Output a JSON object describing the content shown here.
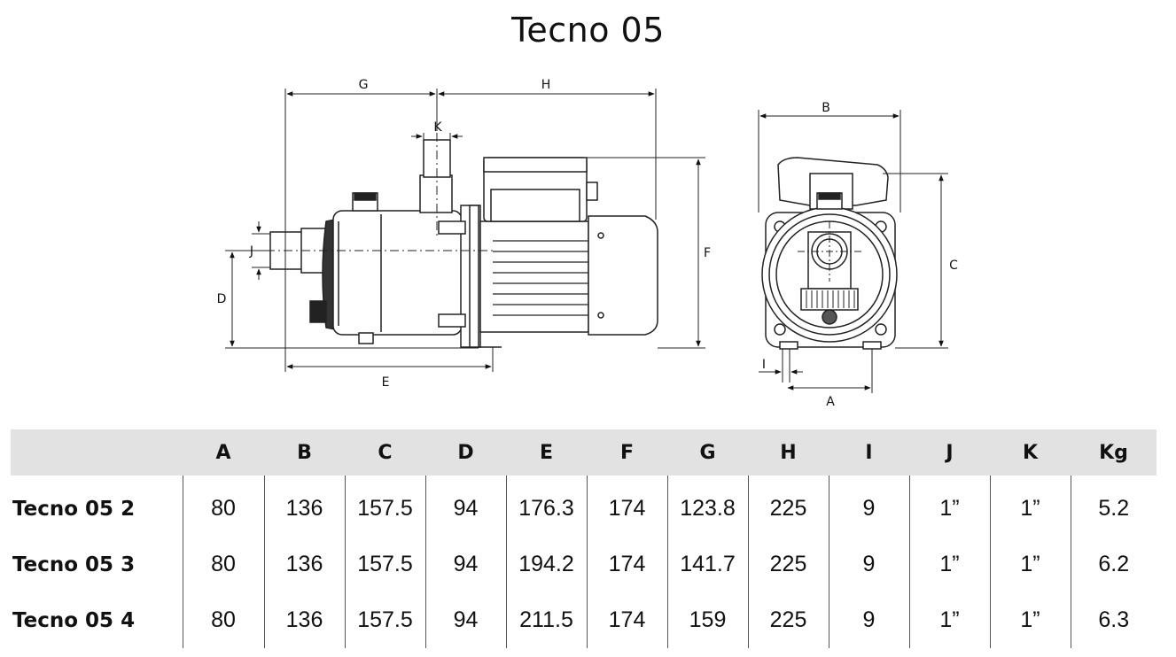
{
  "title": "Tecno 05",
  "diagram": {
    "side_labels": {
      "g": "G",
      "h": "H",
      "k": "K",
      "j": "J",
      "d": "D",
      "e": "E",
      "f": "F"
    },
    "front_labels": {
      "b": "B",
      "c": "C",
      "i": "I",
      "a": "A"
    }
  },
  "table": {
    "headers": [
      "",
      "A",
      "B",
      "C",
      "D",
      "E",
      "F",
      "G",
      "H",
      "I",
      "J",
      "K",
      "Kg"
    ],
    "rows": [
      [
        "Tecno 05 2",
        "80",
        "136",
        "157.5",
        "94",
        "176.3",
        "174",
        "123.8",
        "225",
        "9",
        "1”",
        "1”",
        "5.2"
      ],
      [
        "Tecno 05 3",
        "80",
        "136",
        "157.5",
        "94",
        "194.2",
        "174",
        "141.7",
        "225",
        "9",
        "1”",
        "1”",
        "6.2"
      ],
      [
        "Tecno 05 4",
        "80",
        "136",
        "157.5",
        "94",
        "211.5",
        "174",
        "159",
        "225",
        "9",
        "1”",
        "1”",
        "6.3"
      ]
    ]
  }
}
